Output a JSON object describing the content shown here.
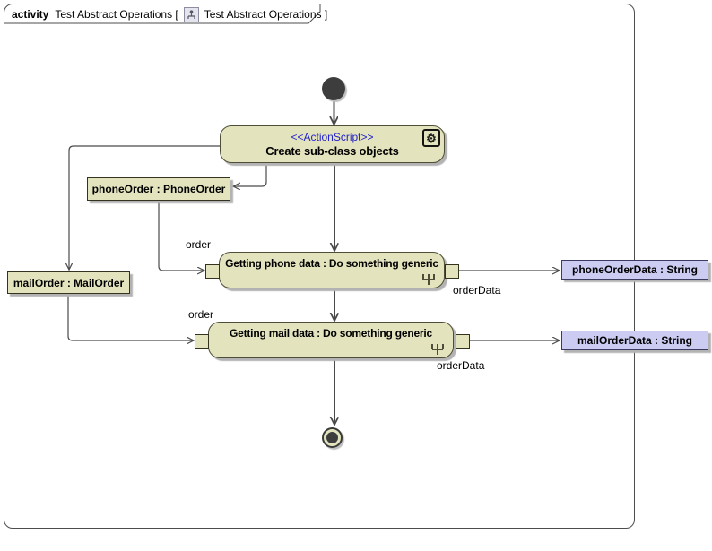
{
  "header": {
    "keyword": "activity",
    "activity_name": "Test Abstract Operations [",
    "diagram_name": "Test Abstract Operations ]"
  },
  "nodes": {
    "create_action": {
      "stereotype": "<<ActionScript>>",
      "name": "Create sub-class objects"
    },
    "phone_order_object": "phoneOrder : PhoneOrder",
    "mail_order_object": "mailOrder : MailOrder",
    "getting_phone_action": "Getting phone data : Do something generic",
    "getting_mail_action": "Getting mail data : Do something generic",
    "phone_order_data_param": "phoneOrderData : String",
    "mail_order_data_param": "mailOrderData : String"
  },
  "edge_labels": {
    "phone_order": "order",
    "mail_order": "order",
    "phone_order_data": "orderData",
    "mail_order_data": "orderData"
  },
  "icons": {
    "gear": "⚙"
  },
  "colors": {
    "action_fill": "#e3e3bd",
    "action_border": "#4e4e38",
    "parameter_fill": "#ccccf2",
    "parameter_border": "#3c3c60",
    "stereotype_text": "#2323cc",
    "connector": "#4a4a4a",
    "shadow": "#b3b3b3"
  }
}
